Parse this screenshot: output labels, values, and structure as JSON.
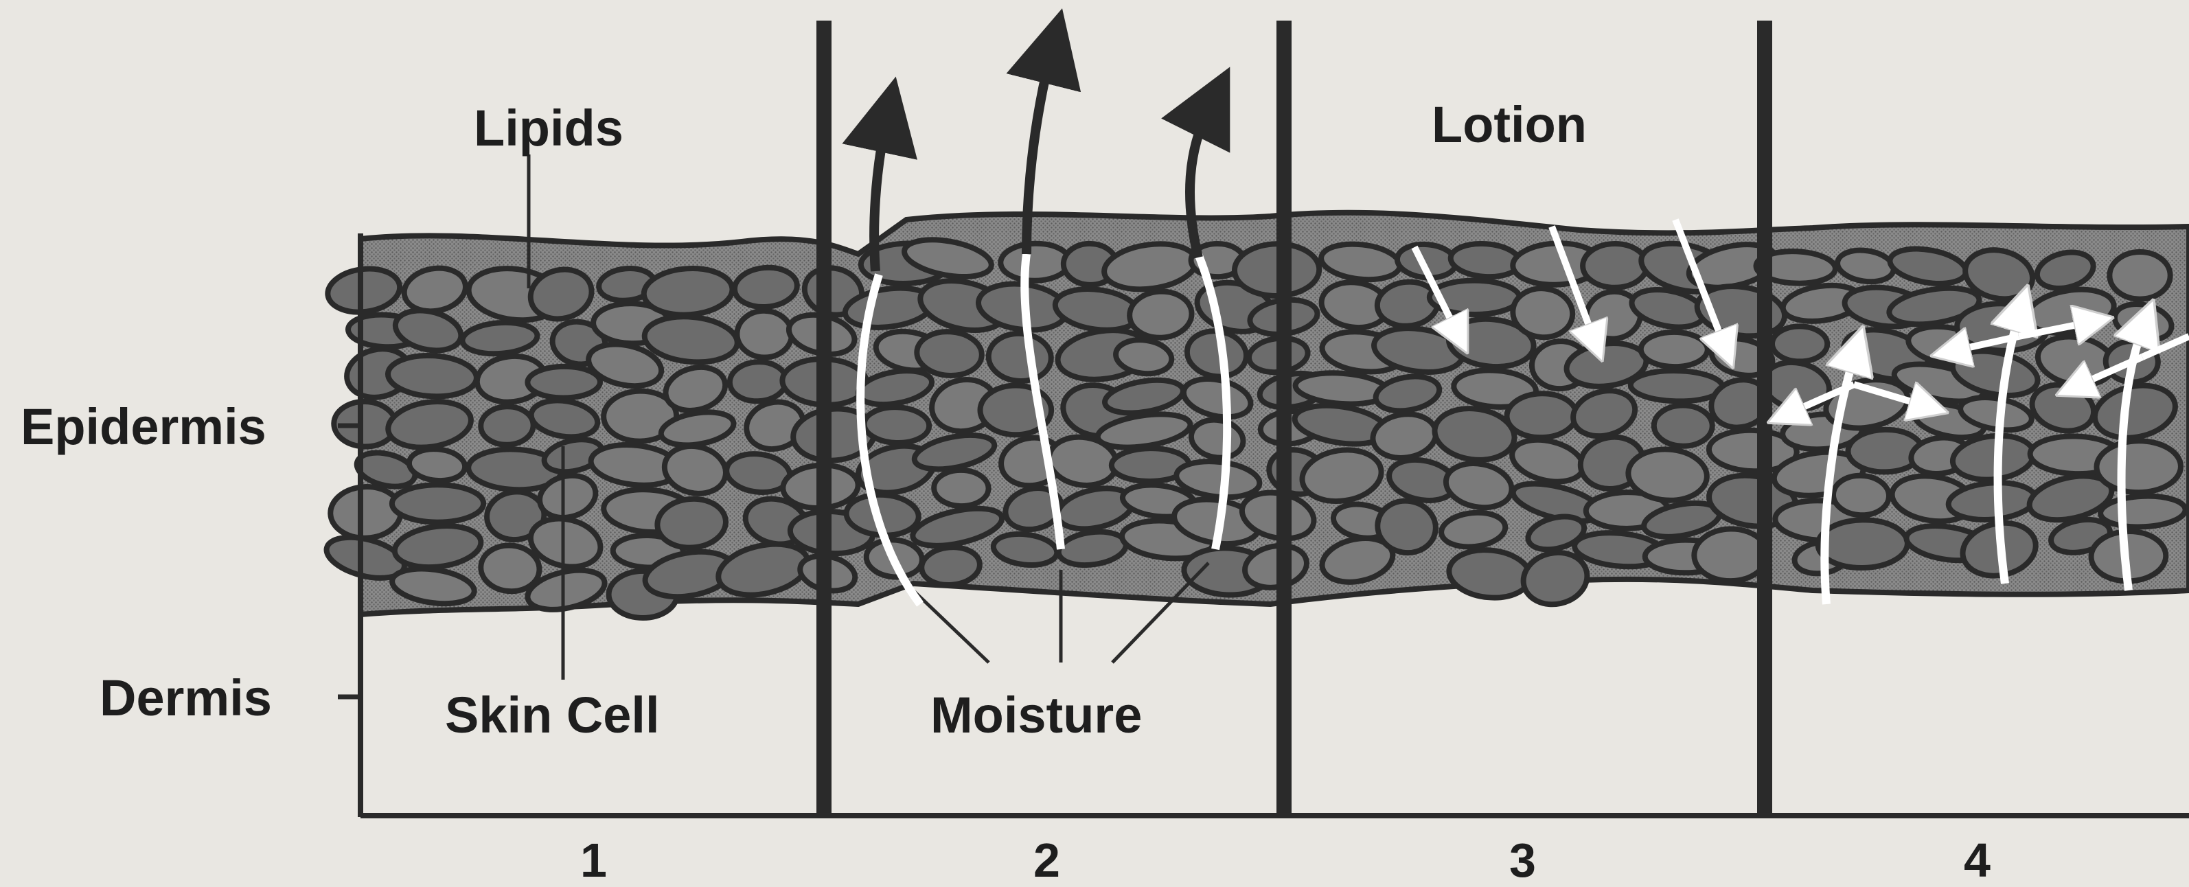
{
  "labels": {
    "lipids": "Lipids",
    "lotion": "Lotion",
    "epidermis": "Epidermis",
    "dermis": "Dermis",
    "skin_cell": "Skin Cell",
    "moisture": "Moisture"
  },
  "panels": [
    "1",
    "2",
    "3",
    "4"
  ],
  "colors": {
    "paper": "#e9e7e2",
    "ink": "#2a2a2a",
    "skin_fill": "#7a7a7a",
    "cell_fill": "#6f6f6f",
    "arrow_light": "#ffffff"
  }
}
